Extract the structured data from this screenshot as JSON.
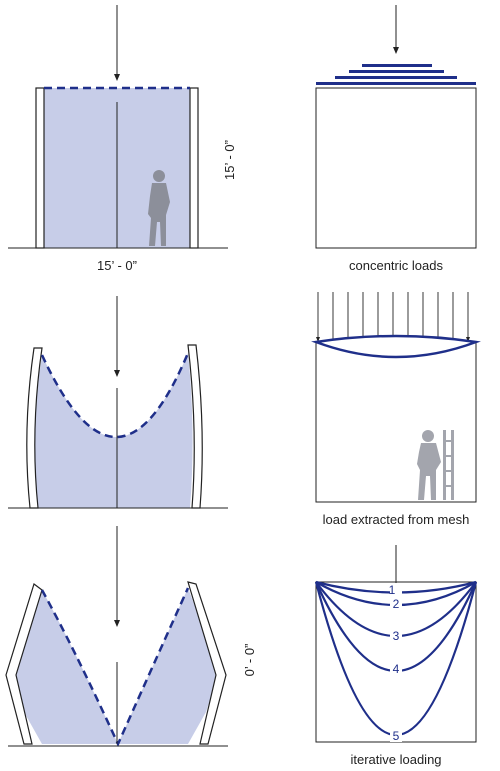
{
  "dimensions": {
    "height_top": "15’ - 0”",
    "width_top": "15’ - 0”",
    "height_bottom": "0’ - 0”"
  },
  "captions": {
    "concentric": "concentric loads",
    "extracted": "load extracted from mesh",
    "iterative": "iterative loading"
  },
  "iterations": [
    "1",
    "2",
    "3",
    "4",
    "5"
  ],
  "colors": {
    "fill": "#c7cde8",
    "load_line": "#1f2f8a",
    "stroke": "#222222",
    "figure": "#8c8f9a",
    "ground": "#222222"
  }
}
